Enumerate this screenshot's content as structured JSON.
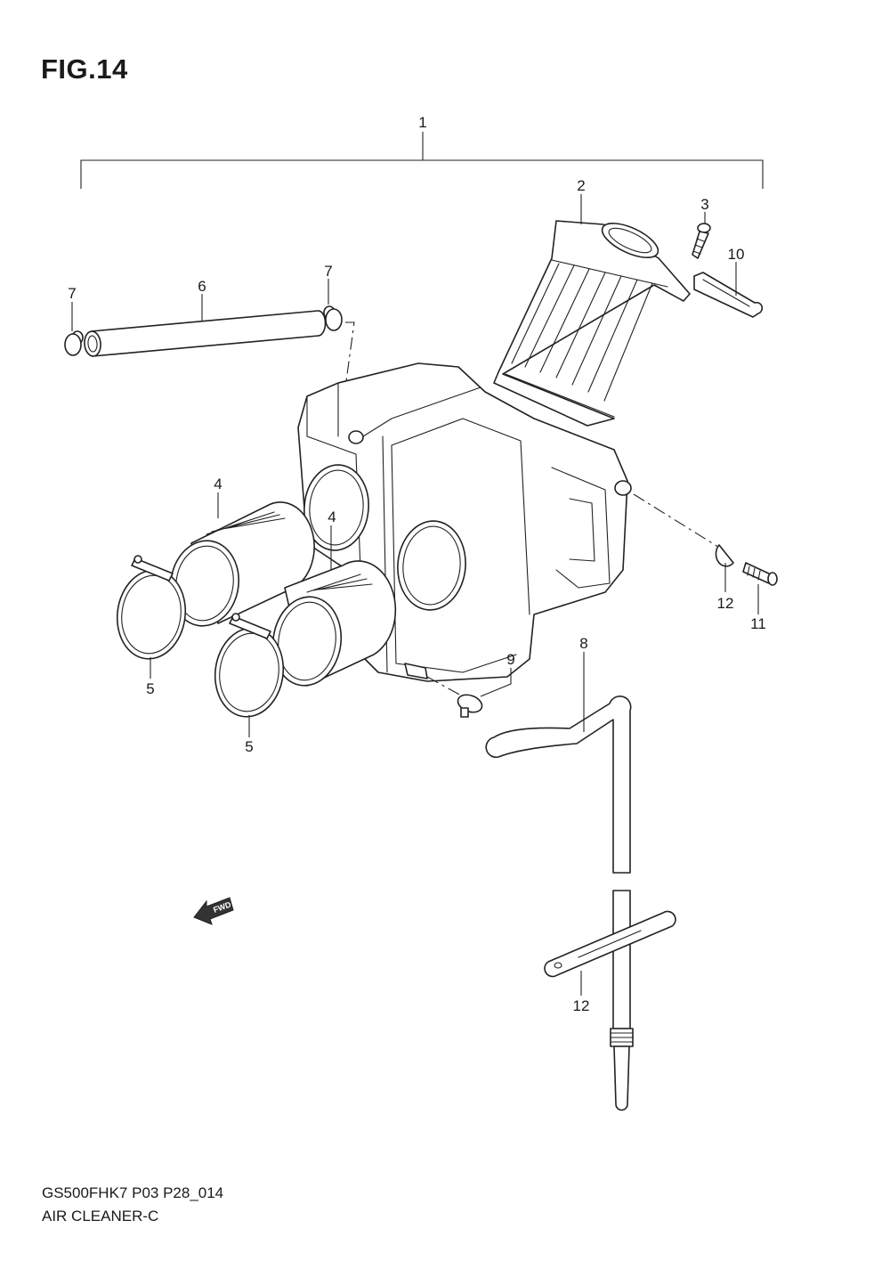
{
  "figure": {
    "title": "FIG.14"
  },
  "footer": {
    "code": "GS500FHK7 P03 P28_014",
    "name": "AIR CLEANER-C"
  },
  "fwd_label": "FWD",
  "callouts": [
    {
      "id": "c1",
      "num": "1"
    },
    {
      "id": "c2",
      "num": "2"
    },
    {
      "id": "c3",
      "num": "3"
    },
    {
      "id": "c10",
      "num": "10"
    },
    {
      "id": "c7a",
      "num": "7"
    },
    {
      "id": "c6",
      "num": "6"
    },
    {
      "id": "c7b",
      "num": "7"
    },
    {
      "id": "c4a",
      "num": "4"
    },
    {
      "id": "c4b",
      "num": "4"
    },
    {
      "id": "c5a",
      "num": "5"
    },
    {
      "id": "c5b",
      "num": "5"
    },
    {
      "id": "c9",
      "num": "9"
    },
    {
      "id": "c8",
      "num": "8"
    },
    {
      "id": "c12a",
      "num": "12"
    },
    {
      "id": "c11",
      "num": "11"
    },
    {
      "id": "c12b",
      "num": "12"
    }
  ]
}
